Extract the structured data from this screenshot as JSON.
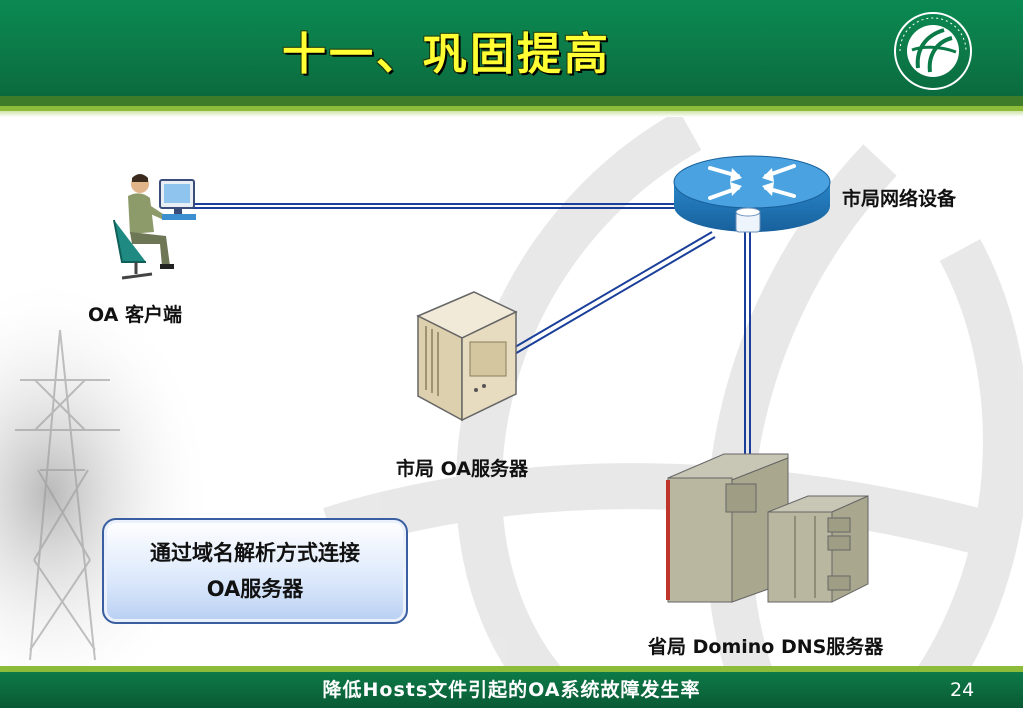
{
  "slide": {
    "title": "十一、巩固提高",
    "footer_text": "降低Hosts文件引起的OA系统故障发生率",
    "page_number": "24"
  },
  "nodes": {
    "client_label": "OA 客户端",
    "router_label": "市局网络设备",
    "city_server_label": "市局 OA服务器",
    "province_server_label": "省局 Domino DNS服务器"
  },
  "callout": {
    "line1": "通过域名解析方式连接",
    "line2": "OA服务器"
  },
  "colors": {
    "header_green": "#0a7a48",
    "title_yellow": "#ffff33",
    "stripe_light_green": "#8dbb3a",
    "link_blue": "#1a3f9a",
    "router_blue": "#2a86c8"
  },
  "icons": [
    "logo-icon",
    "person-at-computer-icon",
    "router-icon",
    "tower-server-icon",
    "mainframe-server-icon"
  ]
}
